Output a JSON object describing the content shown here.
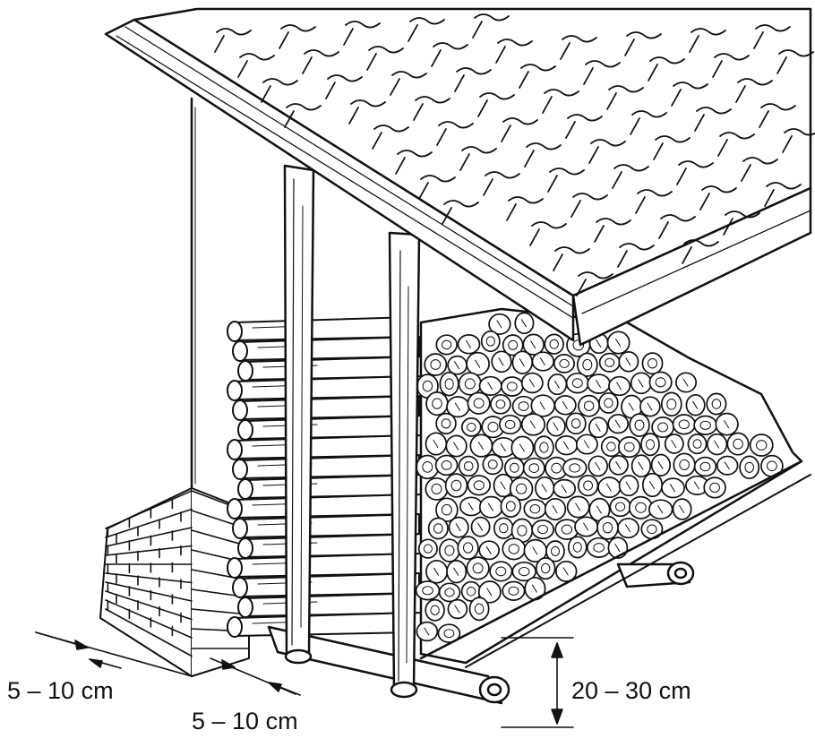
{
  "diagram": {
    "ink_color": "#111111",
    "dimensions": [
      {
        "id": "wall-gap",
        "label": "5 – 10 cm"
      },
      {
        "id": "side-gap",
        "label": "5 – 10 cm"
      },
      {
        "id": "ground-clearance",
        "label": "20 – 30 cm"
      }
    ]
  }
}
